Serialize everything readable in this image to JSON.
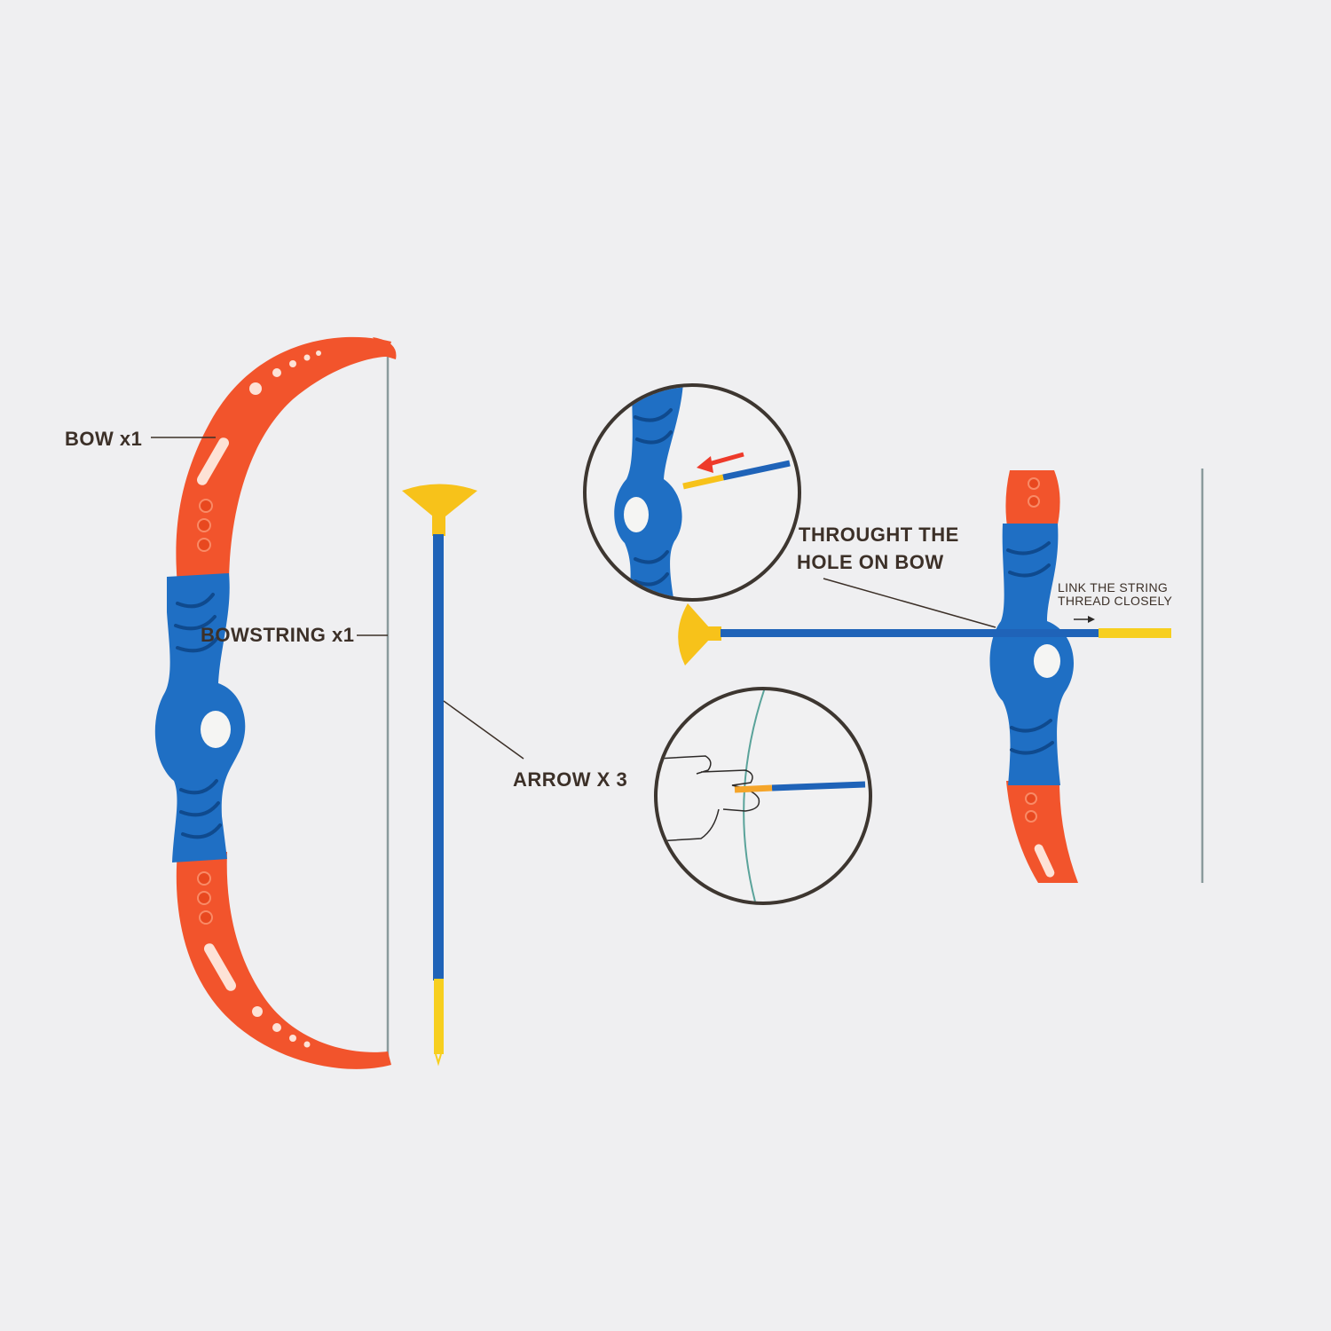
{
  "labels": {
    "bow": "BOW x1",
    "bowstring": "BOWSTRING x1",
    "arrow": "ARROW X 3",
    "hole_line1": "THROUGHT THE",
    "hole_line2": "HOLE ON BOW",
    "link_line1": "LINK THE STRING",
    "link_line2": "THREAD CLOSELY"
  },
  "colors": {
    "background": "#efeff1",
    "bow_limb": "#f2542c",
    "bow_grip": "#1f6fc4",
    "arrow_shaft": "#1f63b8",
    "suction_cup": "#f7c21a",
    "nock": "#f7cf1f",
    "string": "#8a9a9c",
    "text": "#3c3028",
    "circle_outline": "#3d3630"
  }
}
